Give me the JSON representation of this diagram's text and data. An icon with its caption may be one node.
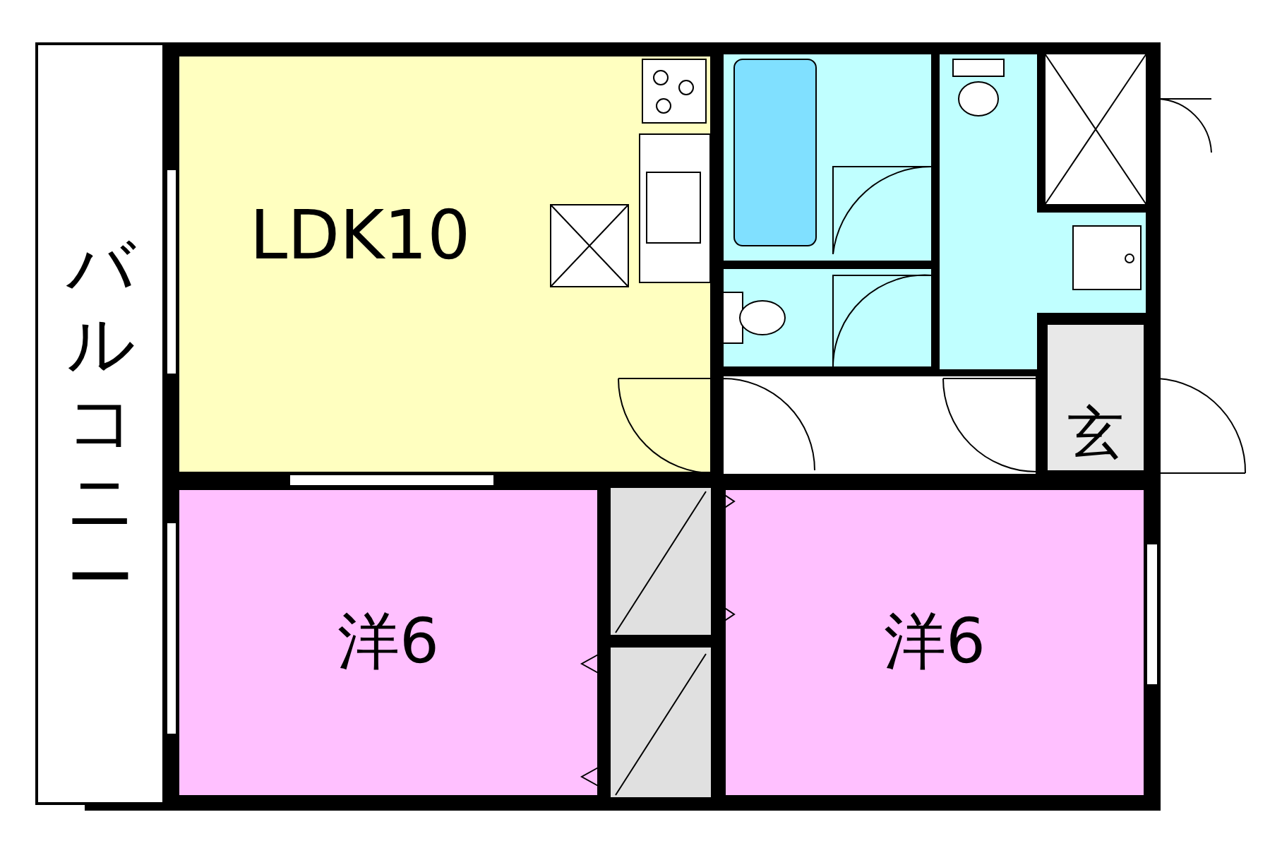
{
  "diagram": {
    "nodes": [
      {
        "text": [
          "バルコニー"
        ]
      },
      {
        "text": [
          "LDK10"
        ]
      },
      {
        "text": [
          "洋6"
        ]
      },
      {
        "text": [
          "洋6"
        ]
      },
      {
        "text": [
          "玄"
        ]
      }
    ],
    "edges": []
  }
}
